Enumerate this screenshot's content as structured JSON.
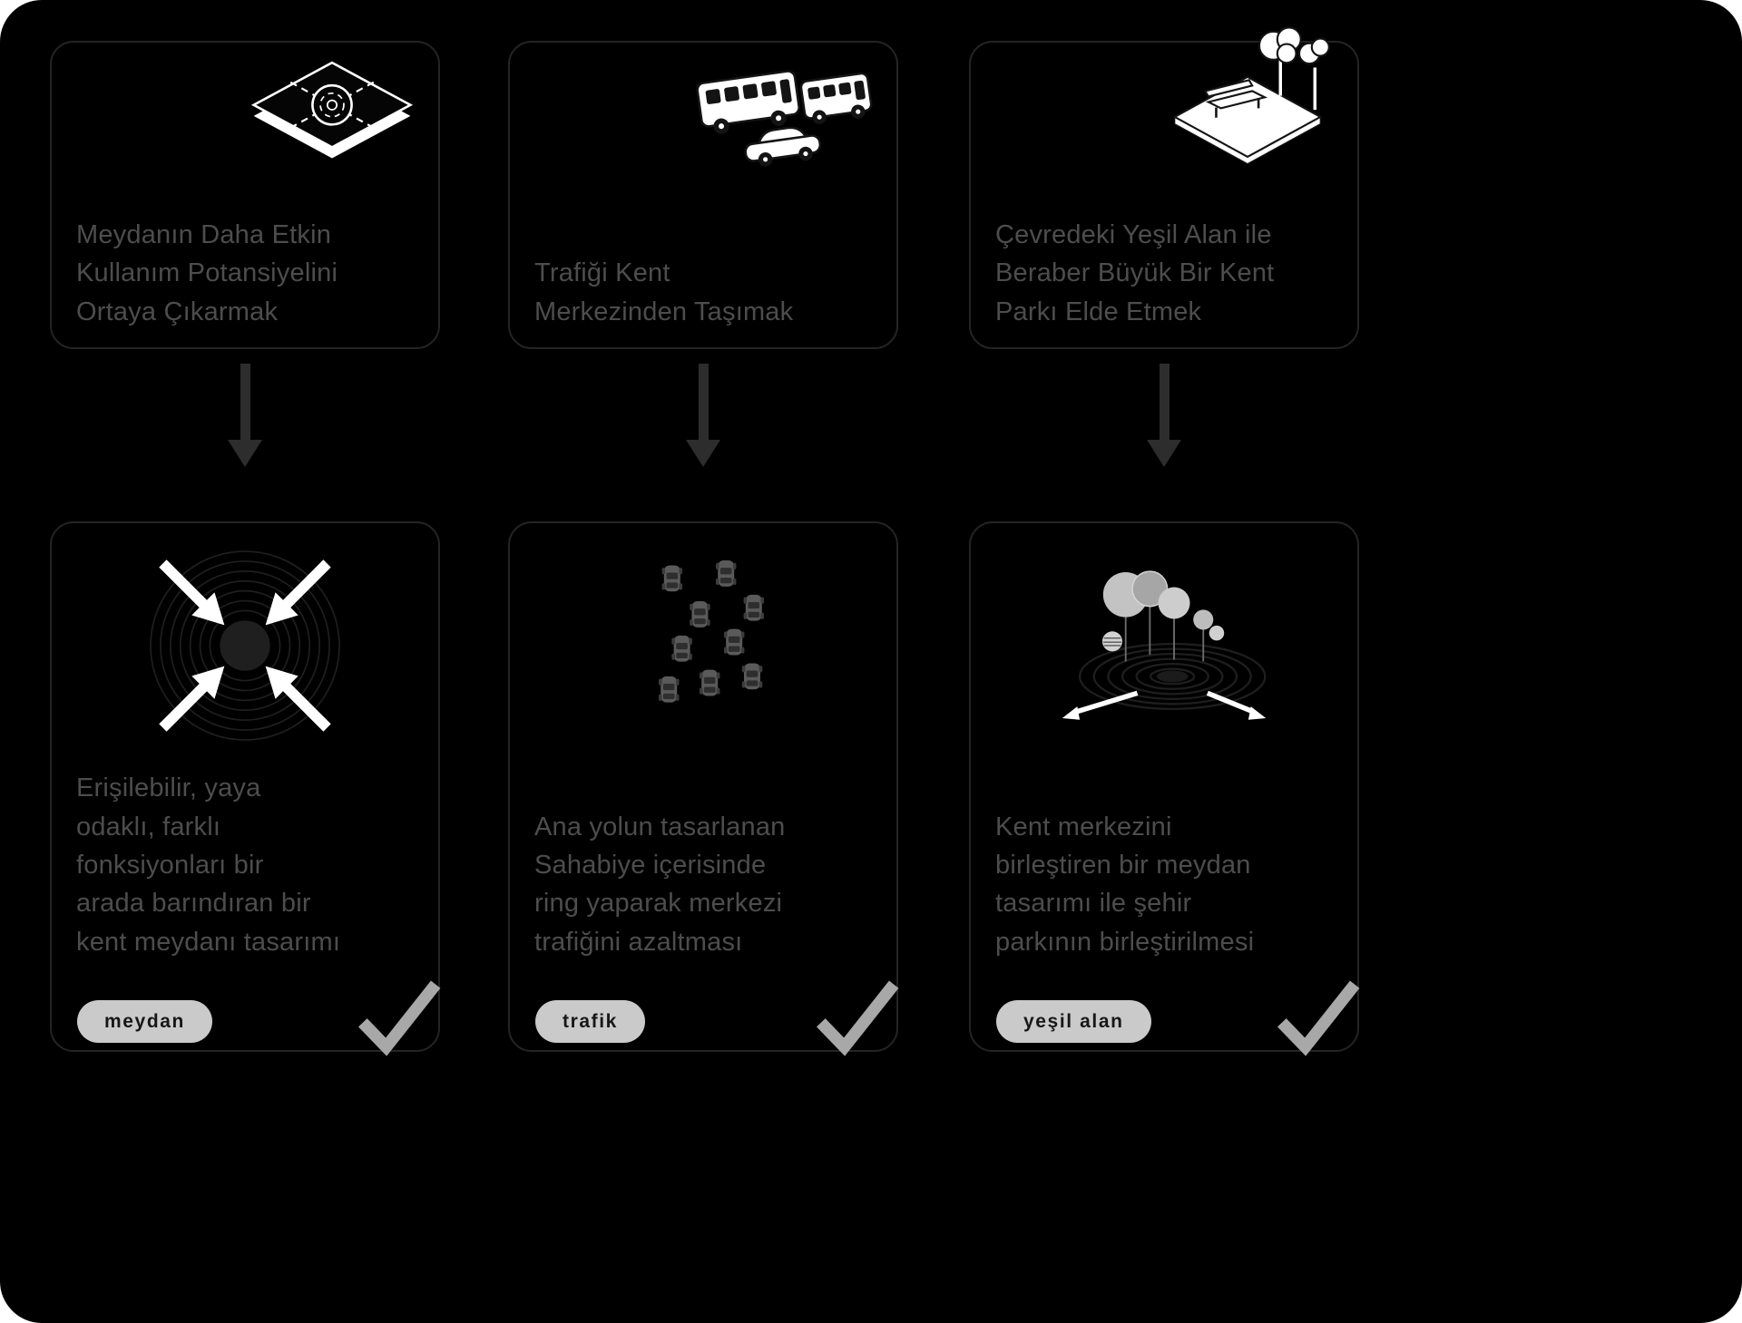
{
  "canvas": {
    "page_bg": "#ffffff",
    "bg": "#000000"
  },
  "colors": {
    "card_border": "#242424",
    "muted_text": "#4d4d4d",
    "flow_arrow": "#2d2d2d",
    "check": "#a8a8a8",
    "pill_bg": "#cacaca",
    "pill_text": "#171717",
    "icon_white": "#ffffff"
  },
  "columns": [
    {
      "goal": {
        "icon": "roundabout-intersection-icon",
        "text": "Meydanın Daha Etkin\nKullanım Potansiyelini\nOrtaya Çıkarmak"
      },
      "result": {
        "icon": "converging-arrows-icon",
        "text": "Erişilebilir, yaya\nodaklı, farklı\nfonksiyonları bir\narada barındıran bir\nkent meydanı tasarımı"
      },
      "tag": "meydan"
    },
    {
      "goal": {
        "icon": "public-transport-icon",
        "text": "Trafiği Kent\nMerkezinden Taşımak"
      },
      "result": {
        "icon": "car-traffic-icon",
        "text": "Ana yolun tasarlanan\nSahabiye içerisinde\nring yaparak merkezi\ntrafiğini azaltması"
      },
      "tag": "trafik"
    },
    {
      "goal": {
        "icon": "park-bench-trees-icon",
        "text": "Çevredeki Yeşil Alan ile\nBeraber Büyük Bir Kent\nParkı Elde Etmek"
      },
      "result": {
        "icon": "park-expansion-icon",
        "text": "Kent merkezini\nbirleştiren bir meydan\ntasarımı ile şehir\nparkının birleştirilmesi"
      },
      "tag": "yeşil alan"
    }
  ]
}
